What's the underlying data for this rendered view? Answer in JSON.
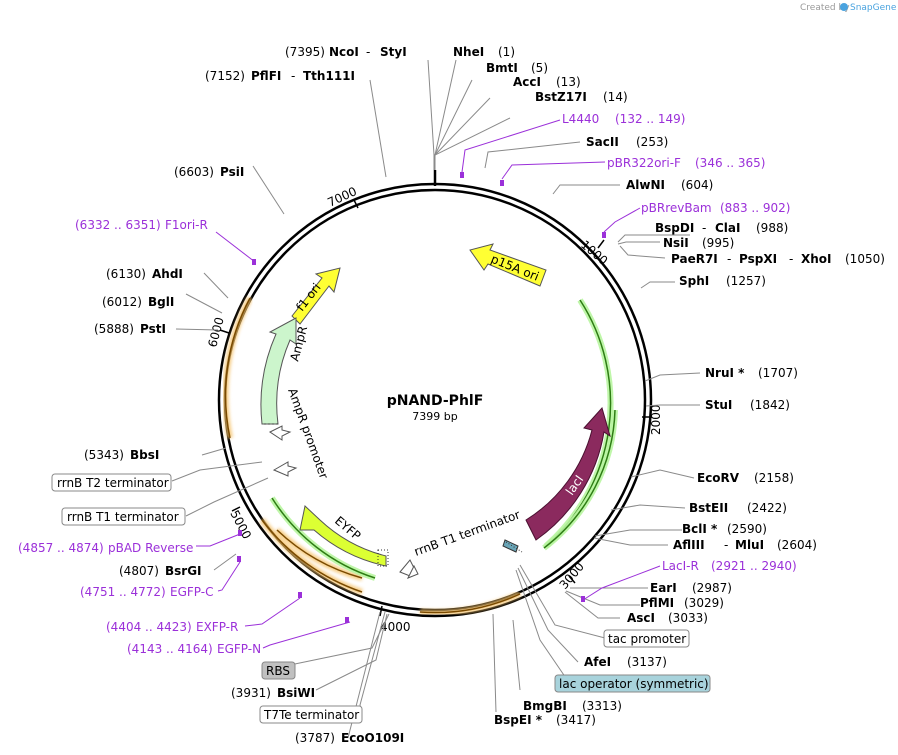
{
  "credit": "Created by",
  "brand": "SnapGene",
  "plasmid": {
    "name": "pNAND-PhlF",
    "size": "7399 bp"
  },
  "ticks": [
    "1000",
    "2000",
    "3000",
    "4000",
    "5000",
    "6000",
    "7000"
  ],
  "enzymes": [
    {
      "pos": "(7395)",
      "name": "NcoI",
      "alt": "StyI"
    },
    {
      "pos": "(7152)",
      "name": "PflFI",
      "alt": "Tth111I"
    },
    {
      "pos": "(6603)",
      "name": "PsiI"
    },
    {
      "pos": "(6130)",
      "name": "AhdI"
    },
    {
      "pos": "(6012)",
      "name": "BglI"
    },
    {
      "pos": "(5888)",
      "name": "PstI"
    },
    {
      "pos": "(5343)",
      "name": "BbsI"
    },
    {
      "pos": "(4807)",
      "name": "BsrGI"
    },
    {
      "pos": "(3931)",
      "name": "BsiWI"
    },
    {
      "pos": "(3787)",
      "name": "EcoO109I"
    },
    {
      "pos": "(1)",
      "name": "NheI"
    },
    {
      "pos": "(5)",
      "name": "BmtI"
    },
    {
      "pos": "(13)",
      "name": "AccI"
    },
    {
      "pos": "(14)",
      "name": "BstZ17I"
    },
    {
      "pos": "(253)",
      "name": "SacII"
    },
    {
      "pos": "(604)",
      "name": "AlwNI"
    },
    {
      "pos": "(988)",
      "name": "BspDI",
      "alt": "ClaI"
    },
    {
      "pos": "(995)",
      "name": "NsiI"
    },
    {
      "pos": "(1050)",
      "name": "PaeR7I",
      "alt": "PspXI",
      "alt2": "XhoI"
    },
    {
      "pos": "(1257)",
      "name": "SphI"
    },
    {
      "pos": "(1707)",
      "name": "NruI *"
    },
    {
      "pos": "(1842)",
      "name": "StuI"
    },
    {
      "pos": "(2158)",
      "name": "EcoRV"
    },
    {
      "pos": "(2422)",
      "name": "BstEII"
    },
    {
      "pos": "(2590)",
      "name": "BclI *"
    },
    {
      "pos": "(2604)",
      "name": "AflIII",
      "alt": "MluI"
    },
    {
      "pos": "(2987)",
      "name": "EarI"
    },
    {
      "pos": "(3029)",
      "name": "PflMI"
    },
    {
      "pos": "(3033)",
      "name": "AscI"
    },
    {
      "pos": "(3137)",
      "name": "AfeI"
    },
    {
      "pos": "(3313)",
      "name": "BmgBI"
    },
    {
      "pos": "(3417)",
      "name": "BspEI *"
    }
  ],
  "primers": [
    {
      "name": "L4440",
      "range": "(132 .. 149)"
    },
    {
      "name": "pBR322ori-F",
      "range": "(346 .. 365)"
    },
    {
      "name": "pBRrevBam",
      "range": "(883 .. 902)"
    },
    {
      "name": "LacI-R",
      "range": "(2921 .. 2940)"
    },
    {
      "name": "F1ori-R",
      "range": "(6332 .. 6351)"
    },
    {
      "name": "pBAD Reverse",
      "range": "(4857 .. 4874)"
    },
    {
      "name": "EGFP-C",
      "range": "(4751 .. 4772)"
    },
    {
      "name": "EXFP-R",
      "range": "(4404 .. 4423)"
    },
    {
      "name": "EGFP-N",
      "range": "(4143 .. 4164)"
    }
  ],
  "boxed_labels": {
    "rrnb_t2": "rrnB T2 terminator",
    "rrnb_t1": "rrnB T1 terminator",
    "tac_promoter": "tac promoter",
    "lac_operator": "lac operator (symmetric)",
    "rbs": "RBS",
    "t7te": "T7Te terminator"
  },
  "features": {
    "p15a": "p15A ori",
    "f1": "f1 ori",
    "ampr": "AmpR",
    "ampr_promoter": "AmpR promoter",
    "laci": "lacI",
    "eyfp": "EYFP",
    "rrnb_inner": "rrnB T1 terminator"
  },
  "colors": {
    "primer": "#9b30d9",
    "p15a": "#ffff33",
    "f1": "#ffff33",
    "ampr": "#ccf5cc",
    "laci": "#8b2a5e",
    "eyfp": "#dcff33",
    "orange_arc": "#f5a623",
    "green_arc": "#3a9a1e",
    "lac_operator_bg": "#a8d3dc",
    "rbs_bg": "#c0c0c0"
  }
}
